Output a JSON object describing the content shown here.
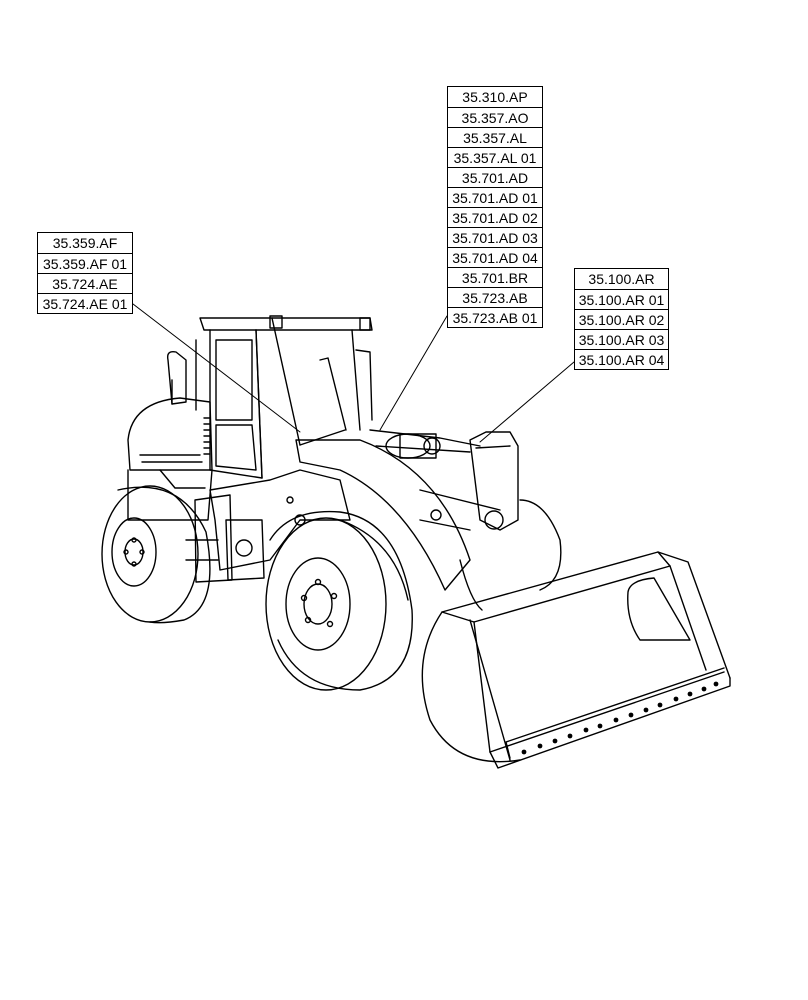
{
  "callouts": {
    "left": [
      "35.359.AF",
      "35.359.AF 01",
      "35.724.AE",
      "35.724.AE 01"
    ],
    "center": [
      "35.310.AP",
      "35.357.AO",
      "35.357.AL",
      "35.357.AL 01",
      "35.701.AD",
      "35.701.AD 01",
      "35.701.AD 02",
      "35.701.AD 03",
      "35.701.AD 04",
      "35.701.BR",
      "35.723.AB",
      "35.723.AB 01"
    ],
    "right": [
      "35.100.AR",
      "35.100.AR 01",
      "35.100.AR 02",
      "35.100.AR 03",
      "35.100.AR 04"
    ]
  },
  "illustration": {
    "subject": "wheel-loader-line-drawing",
    "line_color": "#000000",
    "background_color": "#ffffff"
  }
}
